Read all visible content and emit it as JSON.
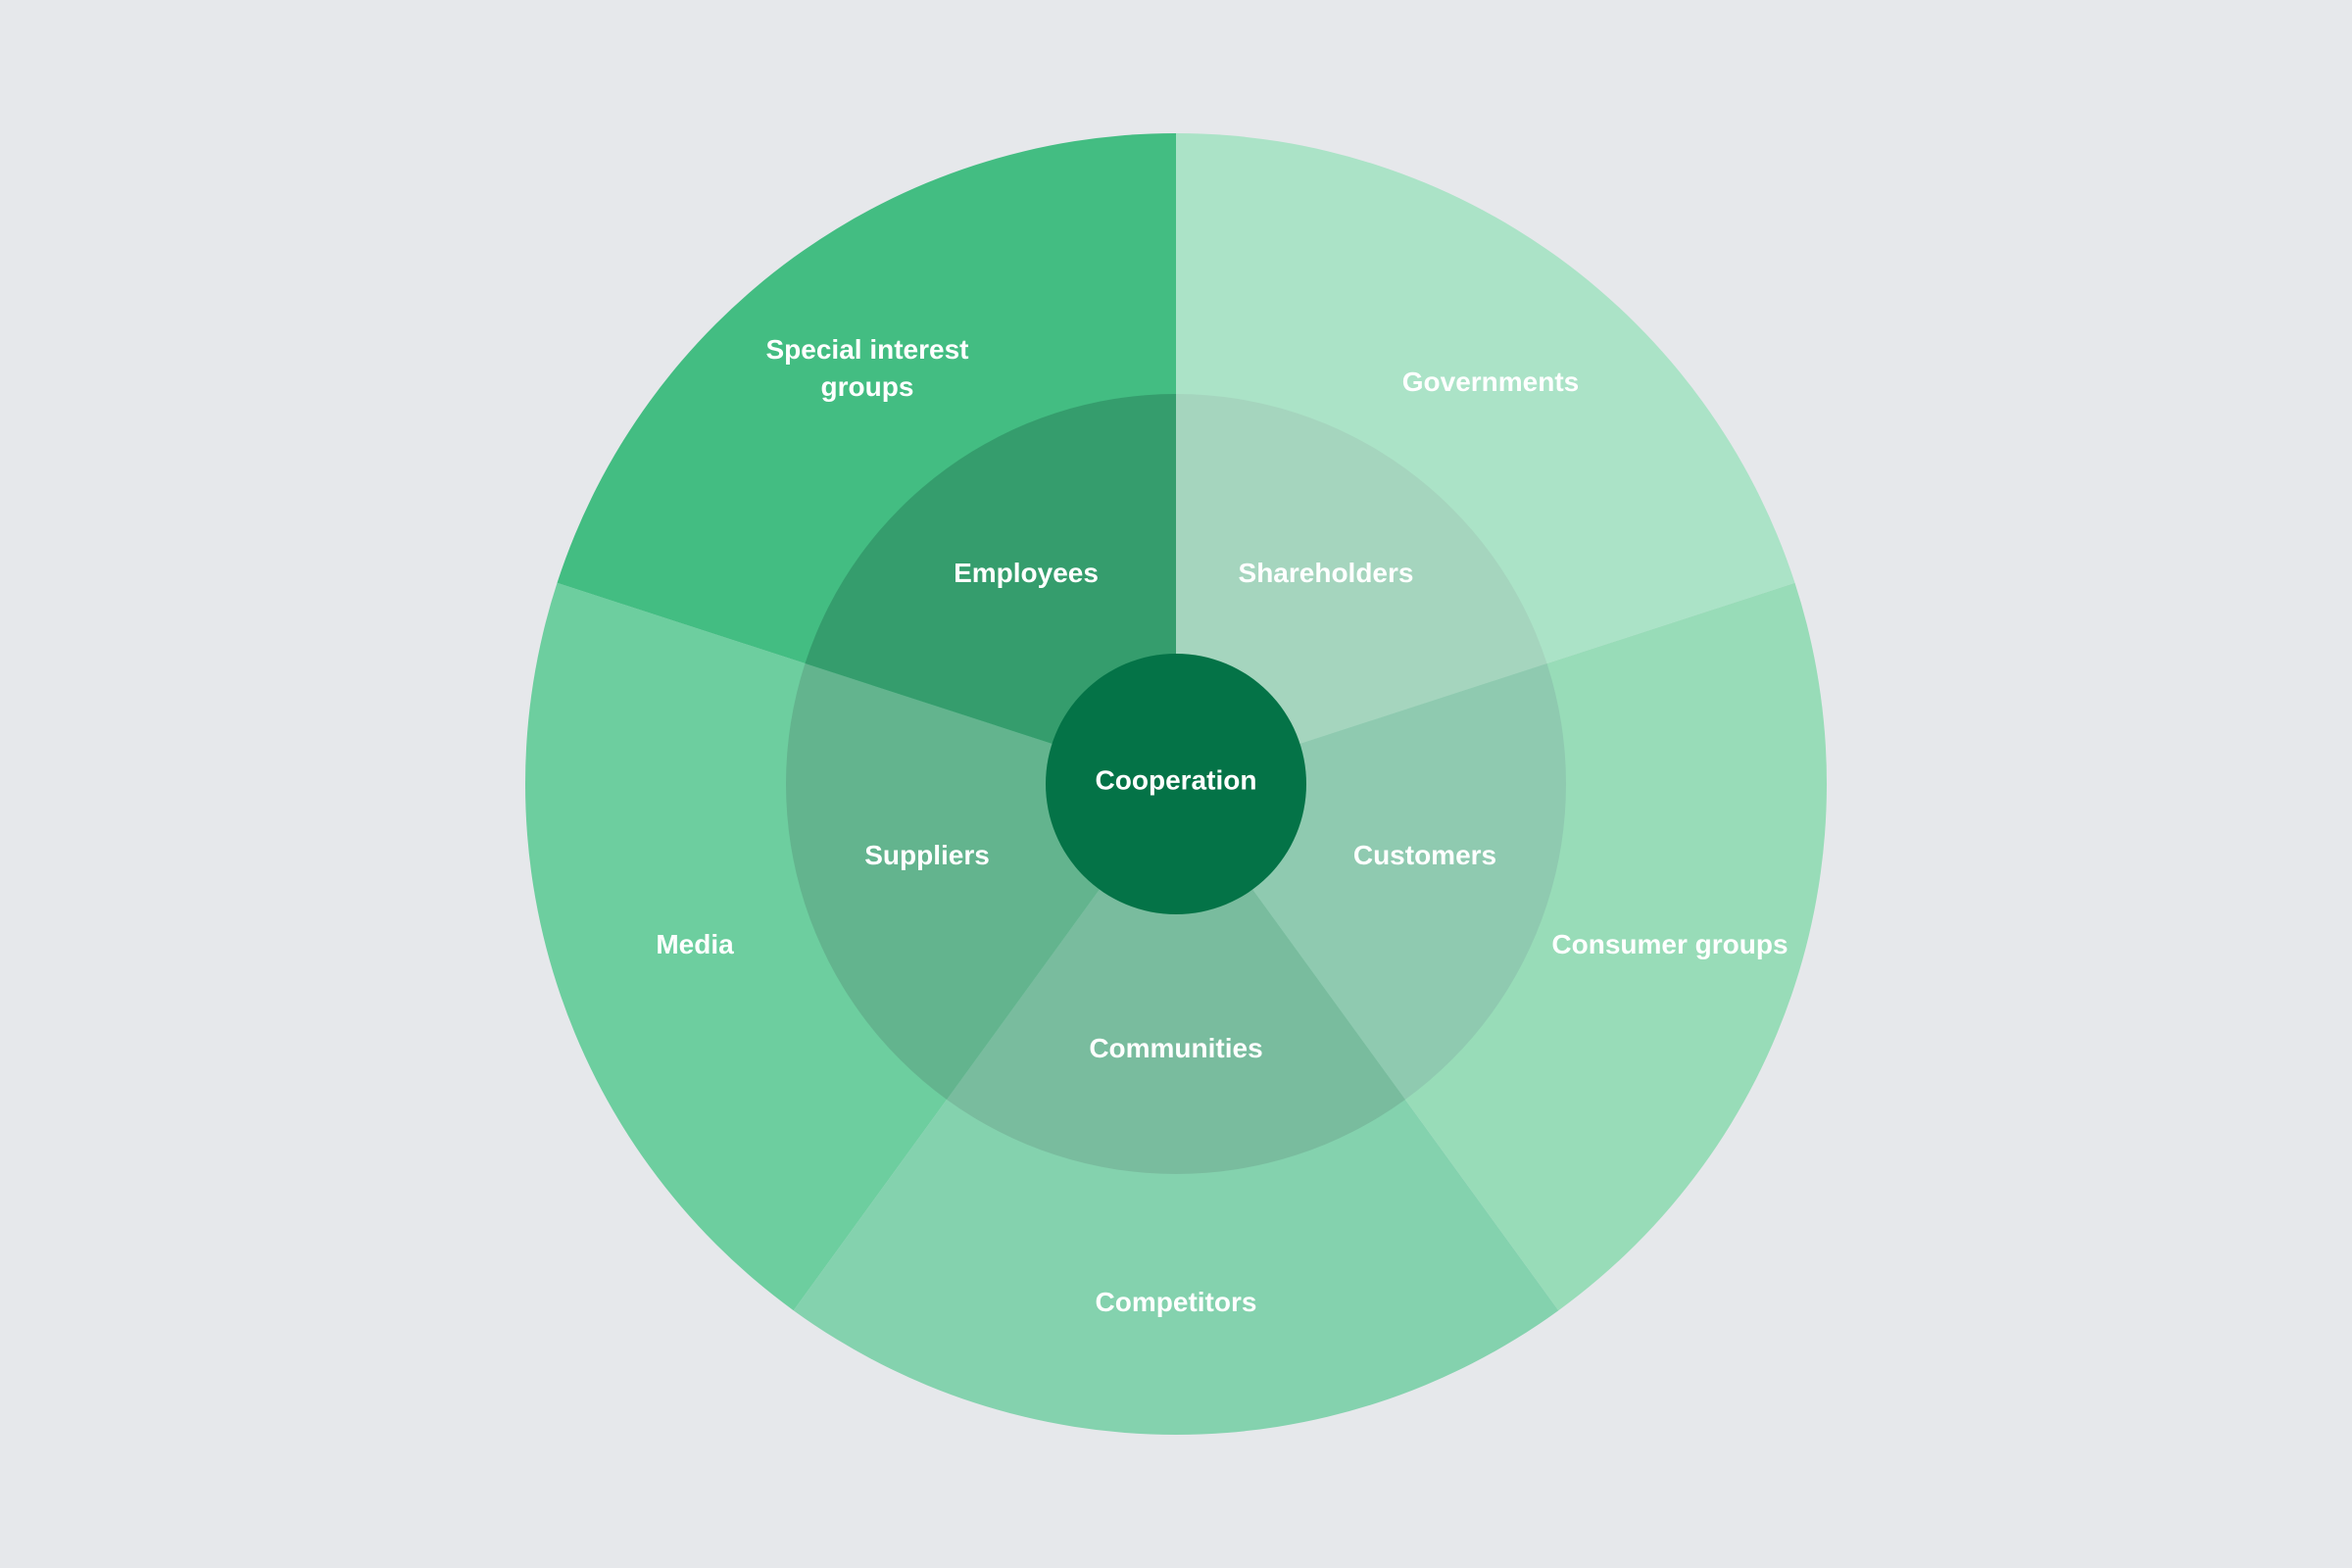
{
  "background_color": "#e6e8eb",
  "center": {
    "label": "Cooperation",
    "color": "#047347"
  },
  "inner_ring": [
    {
      "label": "Shareholders",
      "color": "#a5d5be"
    },
    {
      "label": "Customers",
      "color": "#8fcab0"
    },
    {
      "label": "Communities",
      "color": "#79bc9e"
    },
    {
      "label": "Suppliers",
      "color": "#63b48e"
    },
    {
      "label": "Employees",
      "color": "#359d6d"
    }
  ],
  "outer_ring": [
    {
      "label": "Governments",
      "color": "#abe3c7"
    },
    {
      "label": "Consumer groups",
      "color": "#98dcb8"
    },
    {
      "label": "Competitors",
      "color": "#84d2ae"
    },
    {
      "label": "Media",
      "color": "#6dce9f"
    },
    {
      "label": "Special interest groups",
      "color": "#43bd82"
    }
  ]
}
